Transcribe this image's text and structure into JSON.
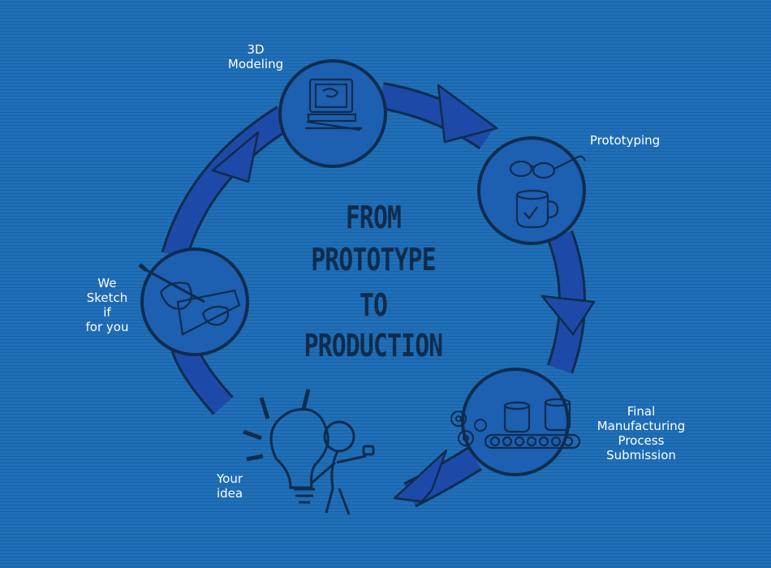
{
  "diagram": {
    "title_lines": [
      "FROM",
      "PROTOTYPE",
      "TO",
      "PRODUCTION"
    ],
    "steps": [
      {
        "lines": [
          "3D",
          "Modeling"
        ]
      },
      {
        "lines": [
          "Prototyping"
        ]
      },
      {
        "lines": [
          "Final",
          "Manufacturing",
          "Process",
          "Submission"
        ]
      },
      {
        "lines": [
          "Your",
          "idea"
        ]
      },
      {
        "lines": [
          "We",
          "Sketch",
          "if",
          "for you"
        ]
      }
    ]
  },
  "colors": {
    "background": "#1f6fb8",
    "arrow": "#1d4aa8",
    "ink": "#0f2c4e",
    "label": "#ffffff"
  }
}
